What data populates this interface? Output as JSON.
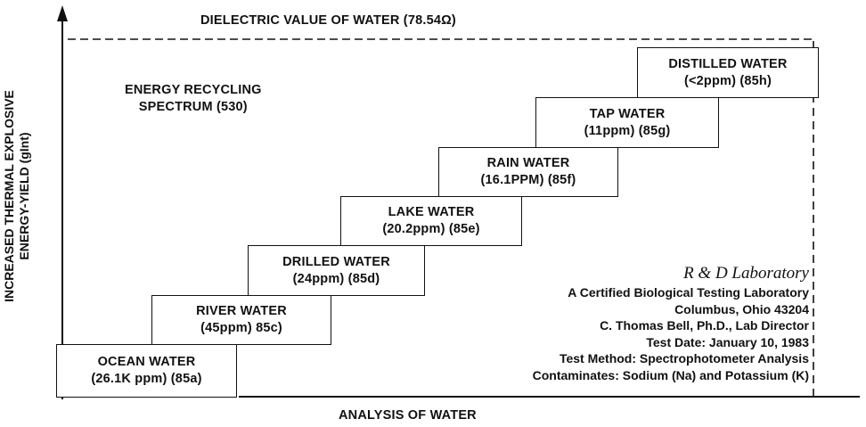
{
  "diagram": {
    "dielectric_label": "DIELECTRIC VALUE OF WATER (78.54Ω)",
    "recycling_label": [
      "ENERGY RECYCLING",
      "SPECTRUM (530)"
    ],
    "y_axis_label": [
      "INCREASED THERMAL EXPLOSIVE",
      "ENERGY-YIELD (gInt)"
    ],
    "x_axis_label": "ANALYSIS OF WATER",
    "steps": [
      {
        "name": "OCEAN WATER",
        "detail": "(26.1K ppm) (85a)"
      },
      {
        "name": "RIVER WATER",
        "detail": "(45ppm) 85c)"
      },
      {
        "name": "DRILLED WATER",
        "detail": "(24ppm) (85d)"
      },
      {
        "name": "LAKE WATER",
        "detail": "(20.2ppm) (85e)"
      },
      {
        "name": "RAIN WATER",
        "detail": "(16.1PPM) (85f)"
      },
      {
        "name": "TAP WATER",
        "detail": "(11ppm) (85g)"
      },
      {
        "name": "DISTILLED WATER",
        "detail": "(<2ppm) (85h)"
      }
    ],
    "lab_info": {
      "title": "R & D Laboratory",
      "lines": [
        "A Certified Biological Testing Laboratory",
        "Columbus, Ohio 43204",
        "C. Thomas Bell, Ph.D., Lab Director",
        "Test Date: January 10, 1983",
        "Test Method: Spectrophotometer Analysis",
        "Contaminates: Sodium (Na) and Potassium (K)"
      ]
    }
  }
}
